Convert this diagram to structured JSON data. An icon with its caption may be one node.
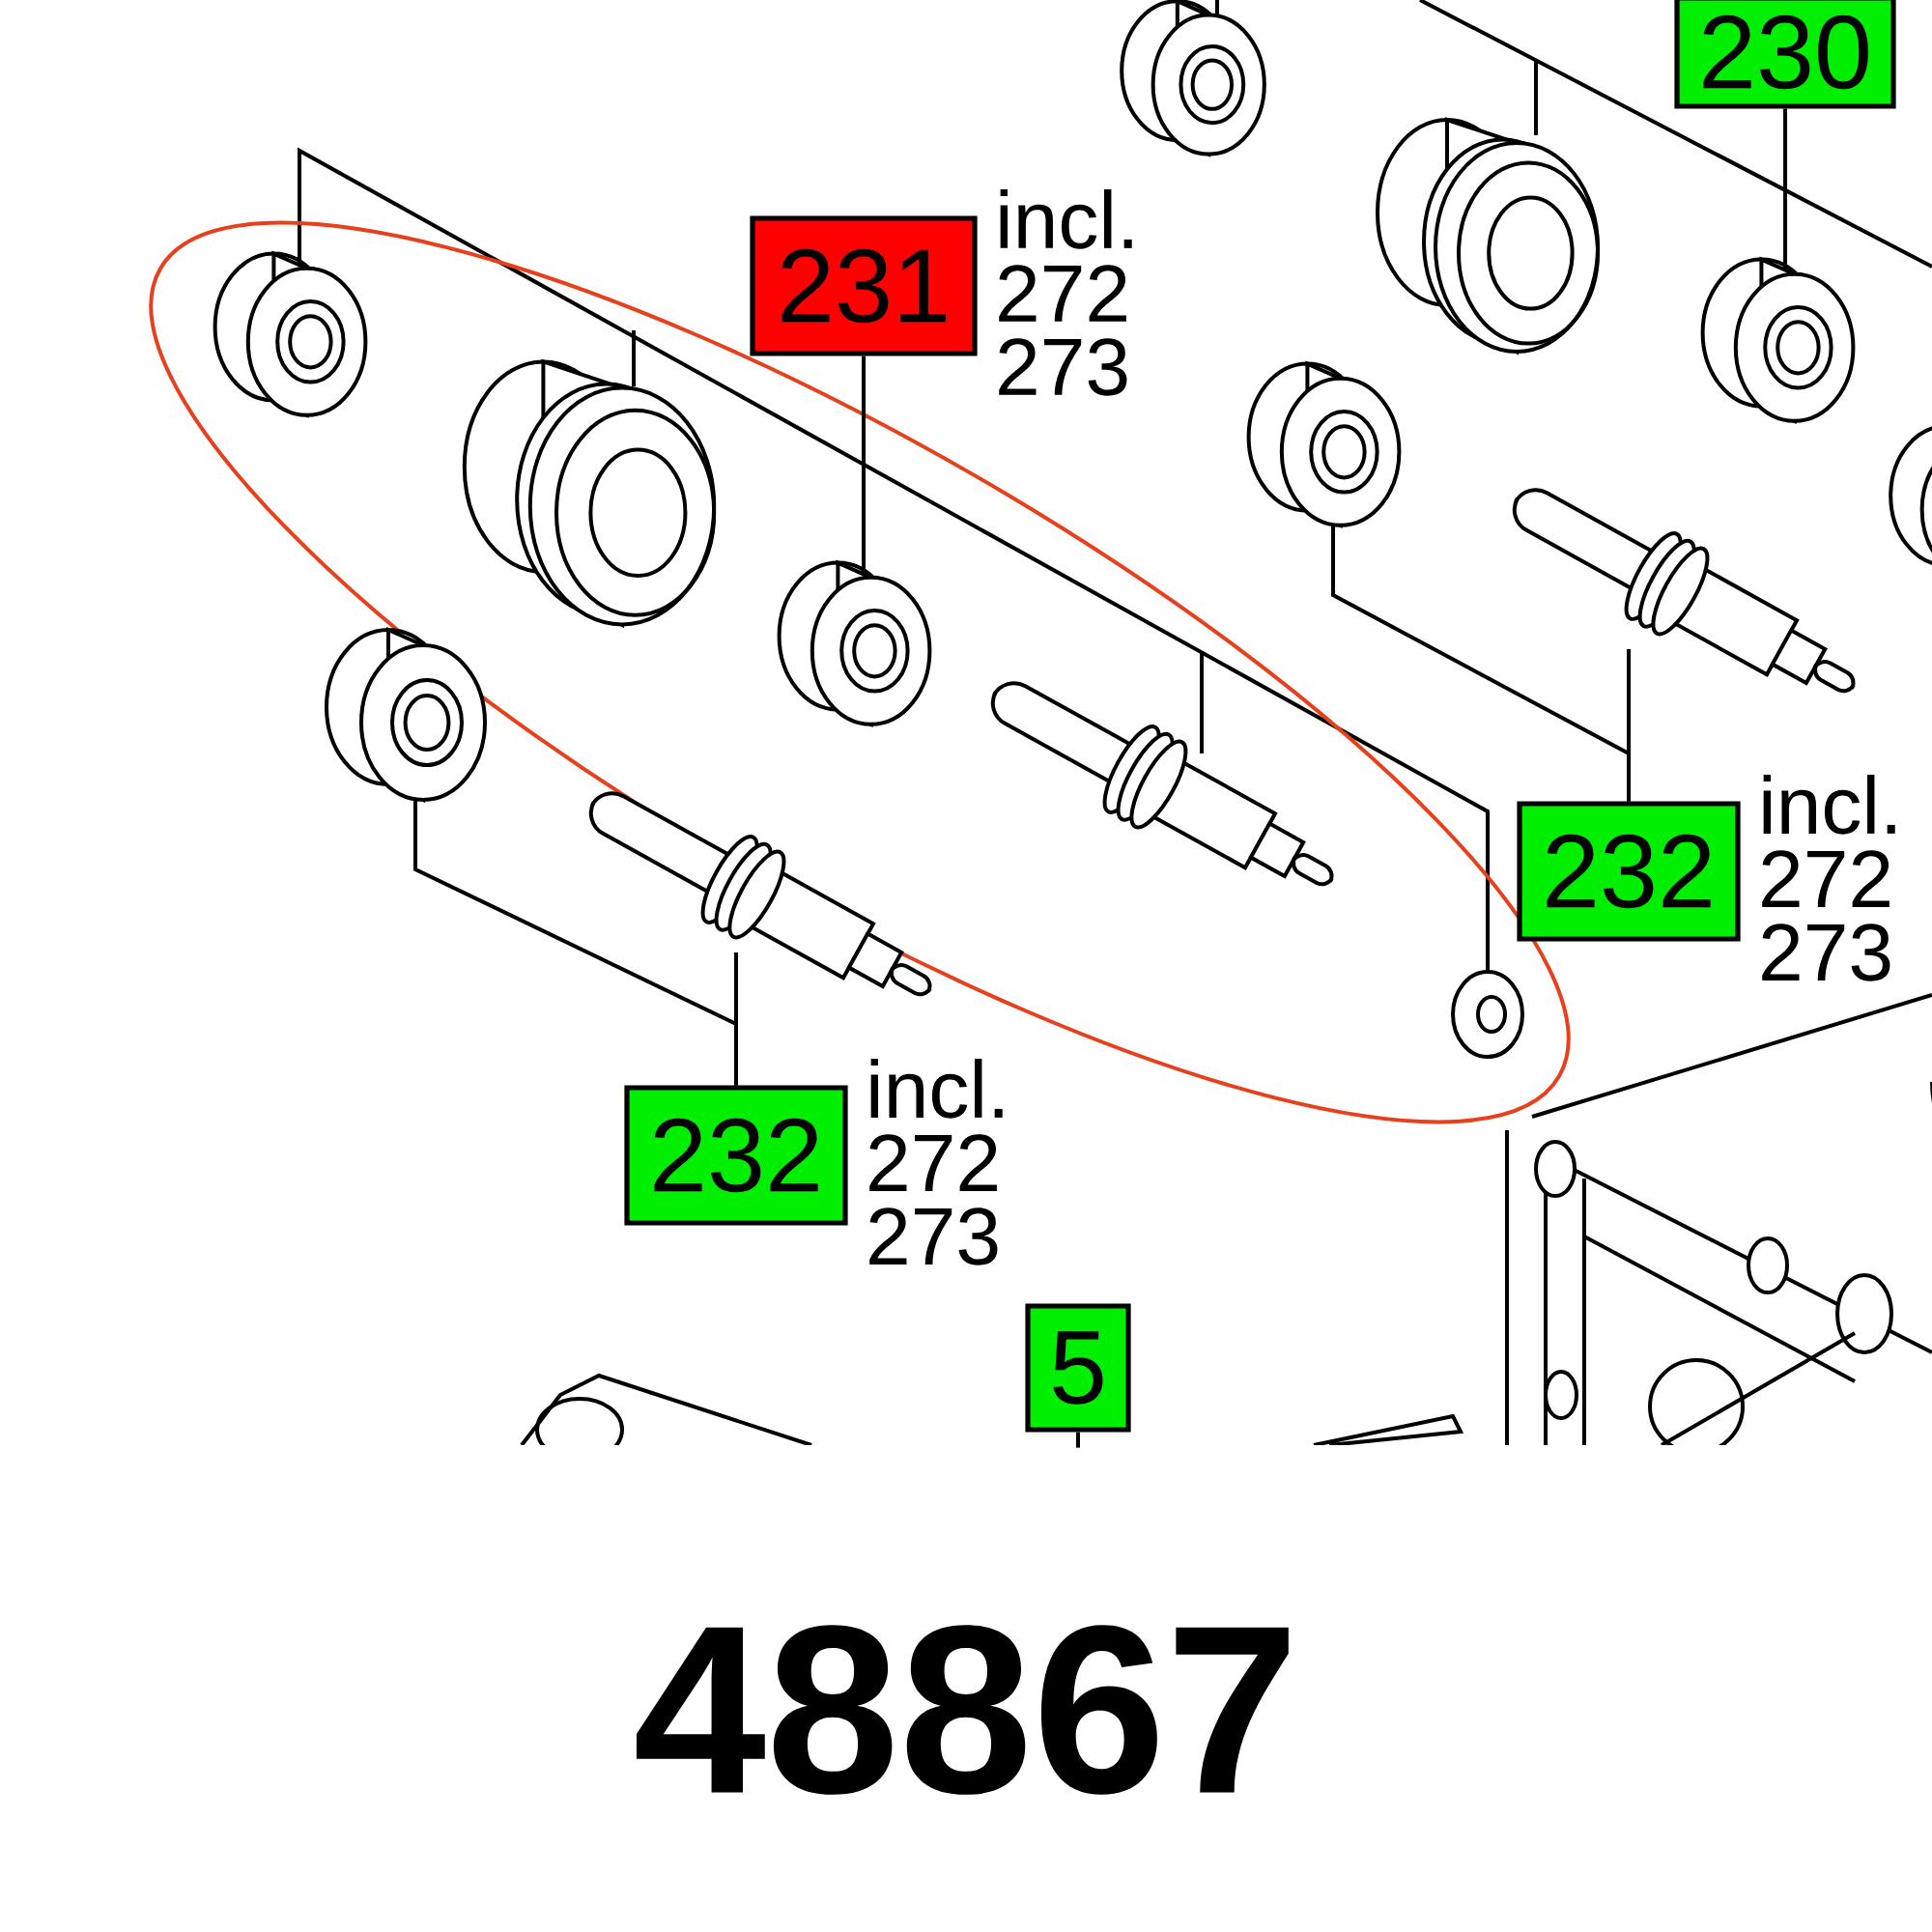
{
  "diagram": {
    "nodes": [
      {
        "text": [
          "230"
        ]
      },
      {
        "text": [
          "231"
        ],
        "beside": [
          "incl. 272 273"
        ]
      },
      {
        "text": [
          "232"
        ],
        "beside": [
          "incl. 272 273"
        ]
      },
      {
        "text": [
          "232"
        ],
        "beside": [
          "incl. 272 273"
        ]
      },
      {
        "text": [
          "5"
        ]
      },
      {
        "text": [],
        "shape": "picture"
      },
      {
        "text": [],
        "shape": "picture"
      },
      {
        "text": [],
        "shape": "picture"
      },
      {
        "text": [],
        "shape": "picture"
      },
      {
        "text": [],
        "shape": "picture"
      },
      {
        "text": [],
        "shape": "picture"
      }
    ],
    "edges": [
      {
        "from": 0,
        "to": 5,
        "arrow": "none"
      },
      {
        "from": 1,
        "to": 6,
        "arrow": "none"
      },
      {
        "from": 2,
        "to": 7,
        "arrow": "none"
      },
      {
        "from": 2,
        "to": 8,
        "arrow": "none"
      },
      {
        "from": 3,
        "to": 9,
        "arrow": "none"
      },
      {
        "from": 3,
        "to": 10,
        "arrow": "none"
      },
      {
        "from": 4,
        "to": null,
        "arrow": "none"
      }
    ],
    "labels": [
      "48867"
    ]
  }
}
